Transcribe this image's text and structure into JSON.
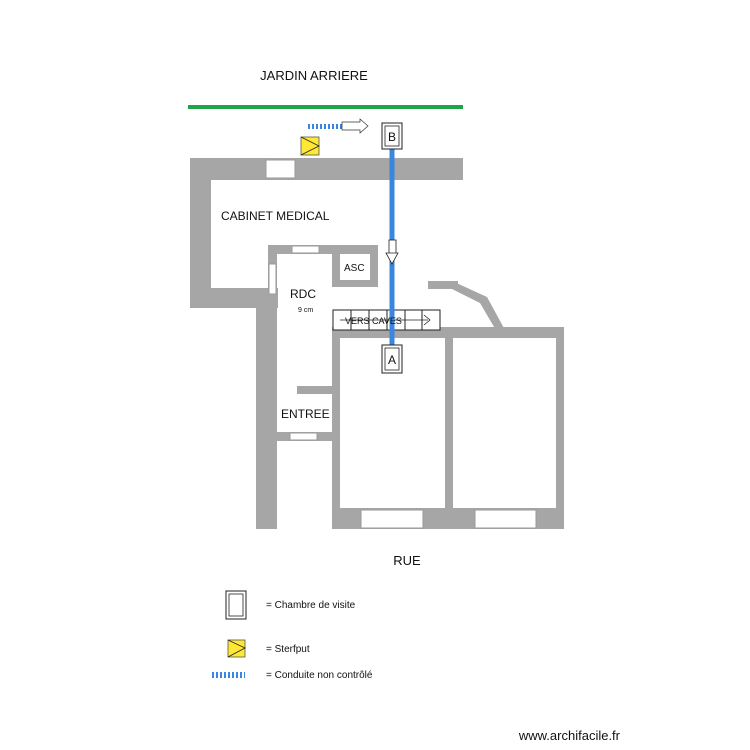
{
  "labels": {
    "garden": "JARDIN ARRIERE",
    "cabinet": "CABINET MEDICAL",
    "asc": "ASC",
    "rdc": "RDC",
    "height": "9 cm",
    "caves": "VERS CAVES",
    "entree": "ENTREE",
    "rue": "RUE"
  },
  "chambers": {
    "a": "A",
    "b": "B"
  },
  "legend": {
    "chamber": "= Chambre de visite",
    "sterfput": "= Sterfput",
    "conduit": "= Conduite non contrôlé"
  },
  "watermark": "www.archifacile.fr",
  "colors": {
    "wall": "#a6a6a6",
    "garden_line": "#21a34a",
    "pipe": "#3a86de",
    "sterfput": "#ffe833"
  },
  "icons": [
    "chamber-icon",
    "sterfput-icon",
    "uncontrolled-conduit-icon",
    "flow-arrow-icon"
  ]
}
